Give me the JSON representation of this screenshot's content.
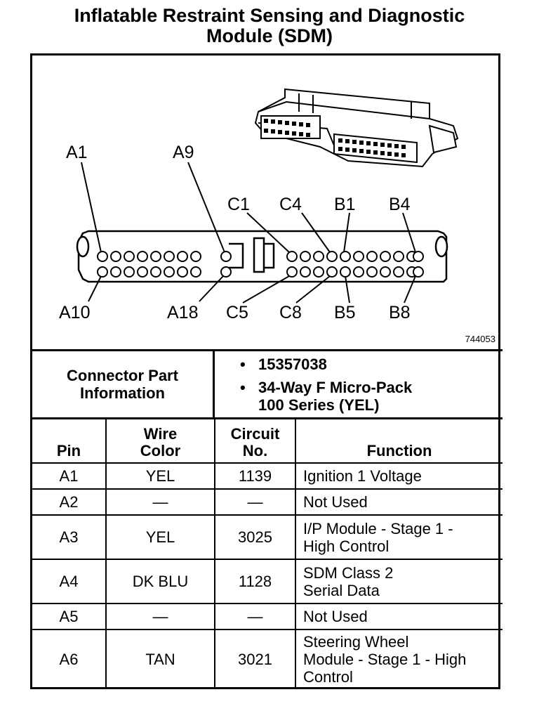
{
  "title": {
    "line1": "Inflatable Restraint Sensing and Diagnostic",
    "line2": "Module (SDM)"
  },
  "diagram": {
    "pin_labels": {
      "a1": "A1",
      "a9": "A9",
      "a10": "A10",
      "a18": "A18",
      "c1": "C1",
      "c4": "C4",
      "c5": "C5",
      "c8": "C8",
      "b1": "B1",
      "b4": "B4",
      "b5": "B5",
      "b8": "B8"
    },
    "figure_number": "744053"
  },
  "connector_info": {
    "label_line1": "Connector Part",
    "label_line2": "Information",
    "bullet_symbol": "•",
    "part_number": "15357038",
    "description_line1": "34-Way F Micro-Pack",
    "description_line2": "100 Series (YEL)"
  },
  "table": {
    "headers": {
      "pin": "Pin",
      "wire_color_line1": "Wire",
      "wire_color_line2": "Color",
      "circuit_line1": "Circuit",
      "circuit_line2": "No.",
      "function": "Function"
    },
    "rows": [
      {
        "pin": "A1",
        "wire": "YEL",
        "circuit": "1139",
        "function": [
          "Ignition 1 Voltage"
        ]
      },
      {
        "pin": "A2",
        "wire": "—",
        "circuit": "—",
        "function": [
          "Not Used"
        ]
      },
      {
        "pin": "A3",
        "wire": "YEL",
        "circuit": "3025",
        "function": [
          "I/P Module - Stage 1 -",
          "High Control"
        ]
      },
      {
        "pin": "A4",
        "wire": "DK BLU",
        "circuit": "1128",
        "function": [
          "SDM Class 2",
          "Serial Data"
        ]
      },
      {
        "pin": "A5",
        "wire": "—",
        "circuit": "—",
        "function": [
          "Not Used"
        ]
      },
      {
        "pin": "A6",
        "wire": "TAN",
        "circuit": "3021",
        "function": [
          "Steering Wheel",
          "Module - Stage 1 - High",
          "Control"
        ]
      }
    ]
  }
}
